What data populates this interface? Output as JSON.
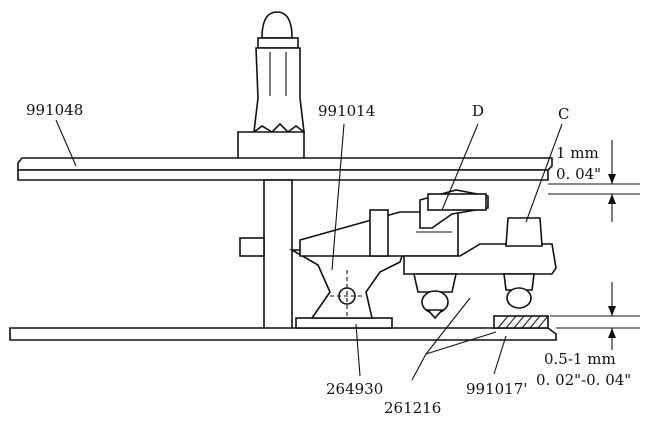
{
  "labels": {
    "part_991048": "991048",
    "part_991014": "991014",
    "letter_d": "D",
    "letter_c": "C",
    "gap_top_mm": "1 mm",
    "gap_top_in": "0. 04\"",
    "gap_bottom_mm": "0.5-1 mm",
    "gap_bottom_in": "0. 02\"-0. 04\"",
    "part_264930": "264930",
    "part_261216": "261216",
    "part_991017": "991017'"
  }
}
